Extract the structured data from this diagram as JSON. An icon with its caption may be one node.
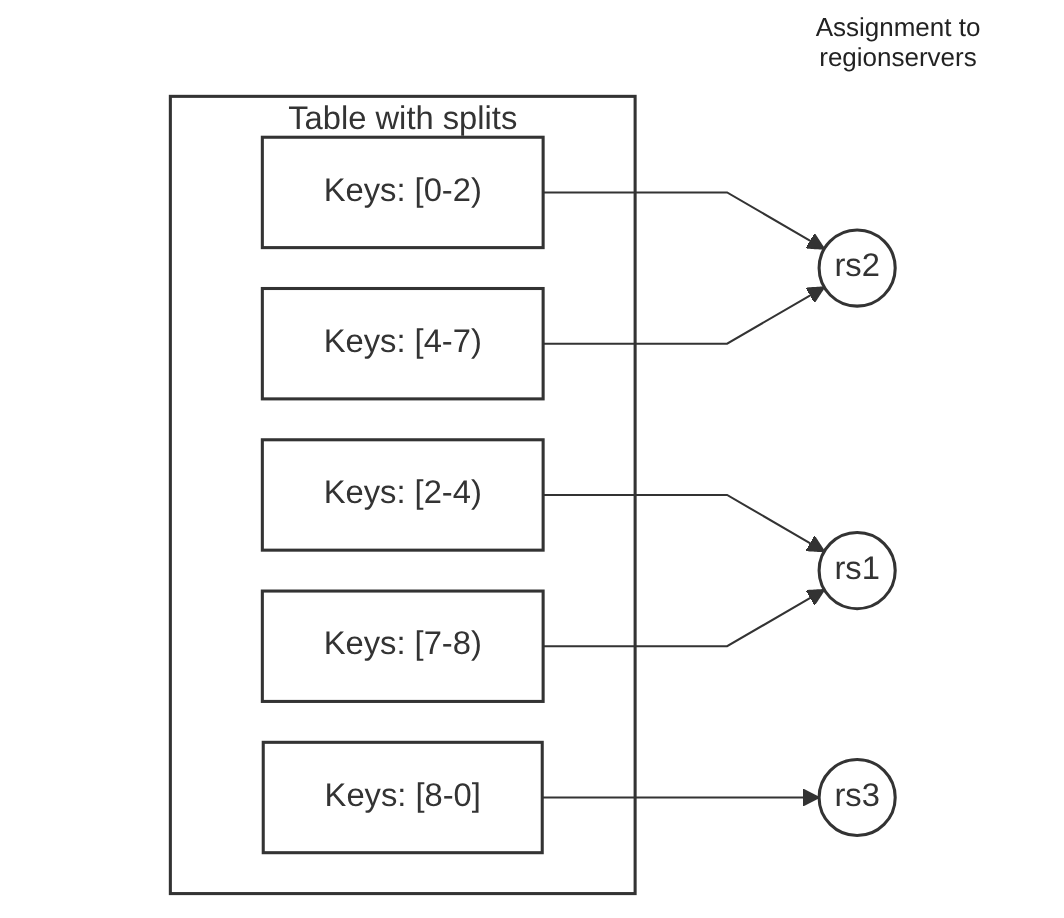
{
  "diagram": {
    "nodes": [
      {
        "text": [
          "Table with splits"
        ]
      },
      {
        "text": [
          "Keys: [0-2)"
        ],
        "in": 0
      },
      {
        "text": [
          "Keys: [2-4)"
        ],
        "in": 0
      },
      {
        "text": [
          "Keys: [4-7)"
        ],
        "in": 0
      },
      {
        "text": [
          "Keys: [7-8)"
        ],
        "in": 0
      },
      {
        "text": [
          "Keys: [8-0]"
        ],
        "in": 0
      },
      {
        "text": [
          "rs1"
        ]
      },
      {
        "text": [
          "rs2"
        ]
      },
      {
        "text": [
          "rs3"
        ]
      }
    ],
    "edges": [
      {
        "from": 1,
        "to": 7,
        "arrow": "to"
      },
      {
        "from": 2,
        "to": 6,
        "arrow": "to"
      },
      {
        "from": 3,
        "to": 7,
        "arrow": "to"
      },
      {
        "from": 4,
        "to": 6,
        "arrow": "to"
      },
      {
        "from": 5,
        "to": 8,
        "arrow": "to"
      }
    ],
    "labels": [
      "Assignment to regionservers"
    ]
  }
}
